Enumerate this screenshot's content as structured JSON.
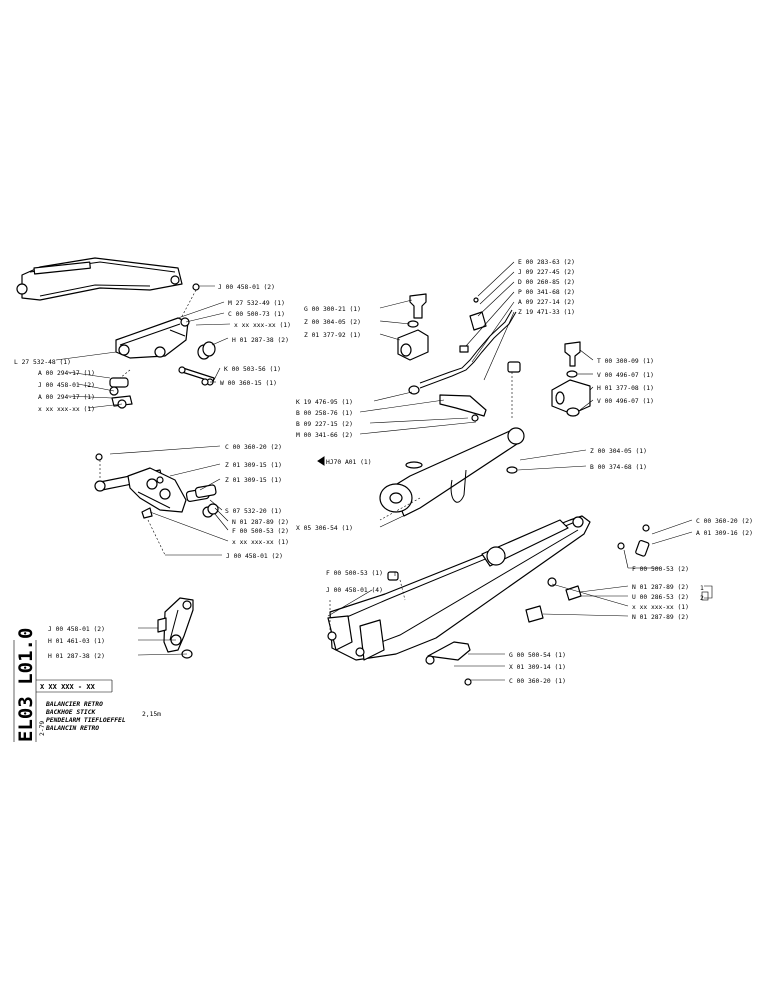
{
  "document": {
    "code_vertical": "EL03 L01.0",
    "ref_box": "X XX XXX - XX",
    "titles": [
      "BALANCIER RETRO",
      "BACKHOE STICK",
      "PENDELARM TIEFLOEFFEL",
      "BALANCIN RETRO"
    ],
    "size": "2,15m",
    "date": "2-79"
  },
  "callouts": {
    "top_left": [
      "J 00 458-01 (2)",
      "M 27 532-49 (1)",
      "C 00 500-73 (1)",
      "x xx xxx-xx (1)",
      "H 01 287-38 (2)",
      "L 27 532-48 (1)",
      "A 00 294-17 (1)",
      "J 00 458-01 (2)",
      "A 00 294-17 (1)",
      "x xx xxx-xx (1)",
      "K 00 503-56 (1)",
      "W 00 360-15 (1)"
    ],
    "middle_left": [
      "C 00 360-20 (2)",
      "Z 01 309-15 (1)",
      "Z 01 309-15 (1)",
      "S 07 532-20 (1)",
      "N 01 287-89 (2)",
      "F 00 500-53 (2)",
      "x xx xxx-xx (1)",
      "J 00 458-01 (2)"
    ],
    "bottom_left": [
      "J 00 458-01 (2)",
      "H 01 461-03 (1)",
      "H 01 287-38 (2)"
    ],
    "top_right": [
      "E 00 283-63 (2)",
      "J 09 227-45 (2)",
      "D 00 260-85 (2)",
      "P 00 341-68 (2)",
      "A 09 227-14 (2)",
      "Z 19 471-33 (1)",
      "G 00 300-21 (1)",
      "Z 00 304-05 (2)",
      "Z 01 377-92 (1)",
      "T 00 300-09 (1)",
      "V 00 496-07 (1)",
      "H 01 377-08 (1)",
      "V 00 496-07 (1)",
      "K 19 476-95 (1)",
      "B 00 258-76 (1)",
      "B 09 227-15 (2)",
      "M 00 341-66 (2)",
      "Z 00 304-05 (1)",
      "B 00 374-68 (1)",
      "HJ70 A01 (1)",
      "X 05 306-54 (1)"
    ],
    "bottom_right": [
      "C 00 360-20 (2)",
      "A 01 309-16 (2)",
      "F 00 500-53 (2)",
      "N 01 287-89 (2)",
      "U 00 286-53 (2)",
      "x xx xxx-xx (1)",
      "N 01 287-89 (2)",
      "F 00 500-53 (1)",
      "J 00 458-01 (4)",
      "G 00 500-54 (1)",
      "X 01 309-14 (1)",
      "C 00 360-20 (1)"
    ],
    "bracket_marks": [
      "1",
      "2"
    ]
  }
}
